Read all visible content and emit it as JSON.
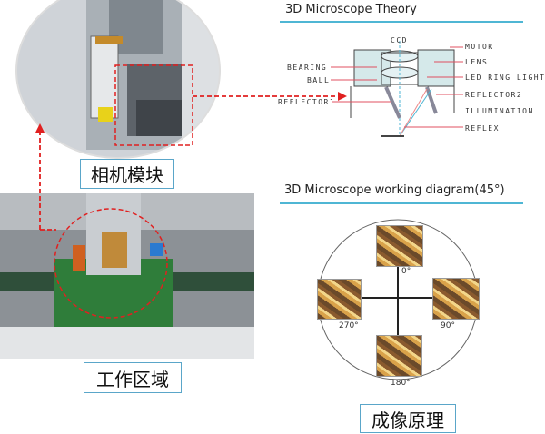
{
  "left": {
    "camera_label": "相机模块",
    "work_label": "工作区域"
  },
  "theory": {
    "title": "3D Microscope Theory",
    "labels": {
      "ccd": "CCD",
      "motor": "MOTOR",
      "lens": "LENS",
      "bearing": "BEARING",
      "ball": "BALL",
      "led": "LED RING LIGHT",
      "reflector1": "REFLECTOR1",
      "reflector2": "REFLECTOR2",
      "illumination": "ILLUMINATION",
      "reflex": "REFLEX"
    }
  },
  "working": {
    "title": "3D Microscope working diagram(45°)",
    "angles": {
      "top": "0°",
      "right": "90°",
      "bottom": "180°",
      "left": "270°"
    },
    "label": "成像原理"
  },
  "colors": {
    "accent": "#4fb6d4",
    "arrow": "#e02020"
  }
}
